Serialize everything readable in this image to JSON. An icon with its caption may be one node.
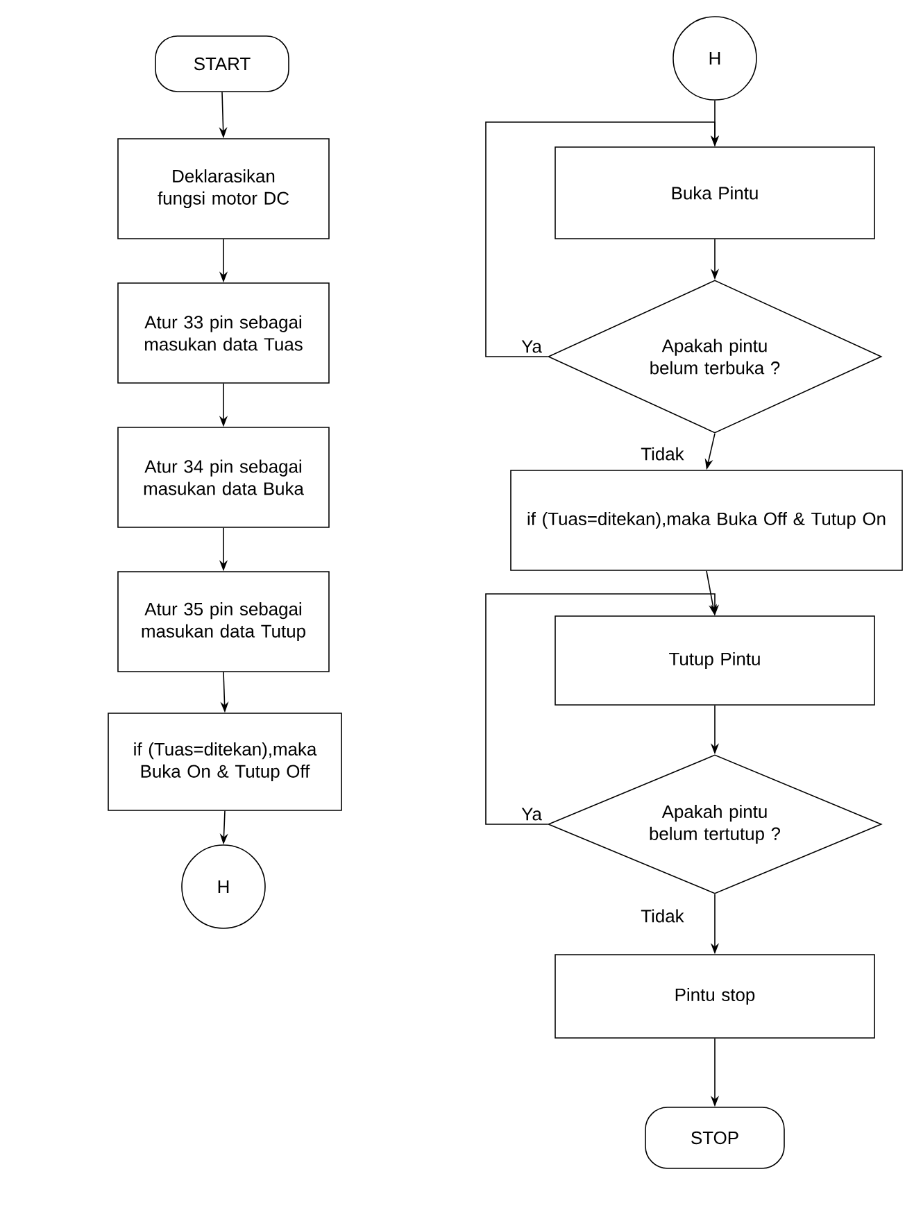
{
  "diagram": {
    "nodes": [
      {
        "text": [
          "START"
        ]
      },
      {
        "text": [
          "Deklarasikan fungsi motor DC"
        ]
      },
      {
        "text": [
          "Atur 33 pin sebagai masukan data Tuas"
        ]
      },
      {
        "text": [
          "Atur 34 pin sebagai masukan data Buka"
        ]
      },
      {
        "text": [
          "Atur 35 pin sebagai masukan data Tutup"
        ]
      },
      {
        "text": [
          "if (Tuas=ditekan),maka Buka On & Tutup Off"
        ]
      },
      {
        "text": [
          "H"
        ]
      },
      {
        "text": [
          "H"
        ]
      },
      {
        "text": [
          "Buka Pintu"
        ]
      },
      {
        "text": [
          "Apakah pintu belum terbuka ?"
        ]
      },
      {
        "text": [
          "if (Tuas=ditekan),maka Buka Off & Tutup On"
        ]
      },
      {
        "text": [
          "Tutup Pintu"
        ]
      },
      {
        "text": [
          "Apakah pintu belum tertutup ?"
        ]
      },
      {
        "text": [
          "Pintu stop"
        ]
      },
      {
        "text": [
          "STOP"
        ]
      }
    ],
    "edges": [
      {
        "from": 0,
        "to": 1,
        "arrow": "to"
      },
      {
        "from": 1,
        "to": 2,
        "arrow": "to"
      },
      {
        "from": 2,
        "to": 3,
        "arrow": "to"
      },
      {
        "from": 3,
        "to": 4,
        "arrow": "to"
      },
      {
        "from": 4,
        "to": 5,
        "arrow": "to"
      },
      {
        "from": 5,
        "to": 6,
        "arrow": "to"
      },
      {
        "from": 7,
        "to": 8,
        "arrow": "to"
      },
      {
        "from": 8,
        "to": 9,
        "arrow": "to"
      },
      {
        "from": 9,
        "to": 8,
        "arrow": "to",
        "label": "Ya"
      },
      {
        "from": 9,
        "to": 10,
        "arrow": "to",
        "label": "Tidak"
      },
      {
        "from": 10,
        "to": 11,
        "arrow": "to"
      },
      {
        "from": 11,
        "to": 12,
        "arrow": "to"
      },
      {
        "from": 12,
        "to": 11,
        "arrow": "to",
        "label": "Ya"
      },
      {
        "from": 12,
        "to": 13,
        "arrow": "to",
        "label": "Tidak"
      },
      {
        "from": 13,
        "to": 14,
        "arrow": "to"
      }
    ]
  }
}
